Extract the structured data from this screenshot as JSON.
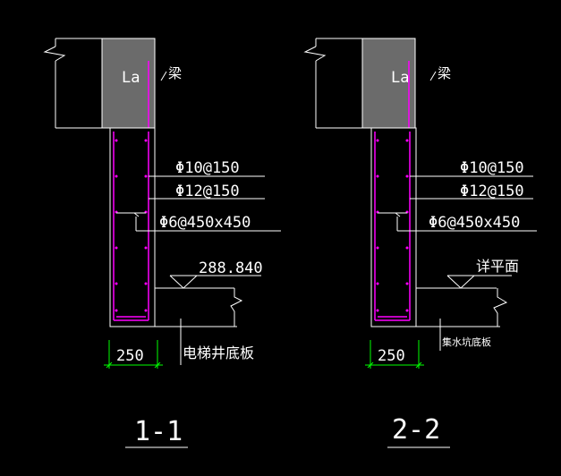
{
  "colors": {
    "background": "#000000",
    "line": "#ffffff",
    "rebar": "#ff00ff",
    "dimension": "#00ff00",
    "beam_fill": "#6b6b6b"
  },
  "sections": [
    {
      "id": "1-1",
      "title": "1-1",
      "beam_label": "La",
      "beam_note": "梁",
      "rebar_labels": [
        "Φ10@150",
        "Φ12@150",
        "Φ6@450x450"
      ],
      "level_label": "288.840",
      "dimension": "250",
      "slab_note": "电梯井底板"
    },
    {
      "id": "2-2",
      "title": "2-2",
      "beam_label": "La",
      "beam_note": "梁",
      "rebar_labels": [
        "Φ10@150",
        "Φ12@150",
        "Φ6@450x450"
      ],
      "level_label": "详平面",
      "dimension": "250",
      "slab_note": "集水坑底板"
    }
  ]
}
